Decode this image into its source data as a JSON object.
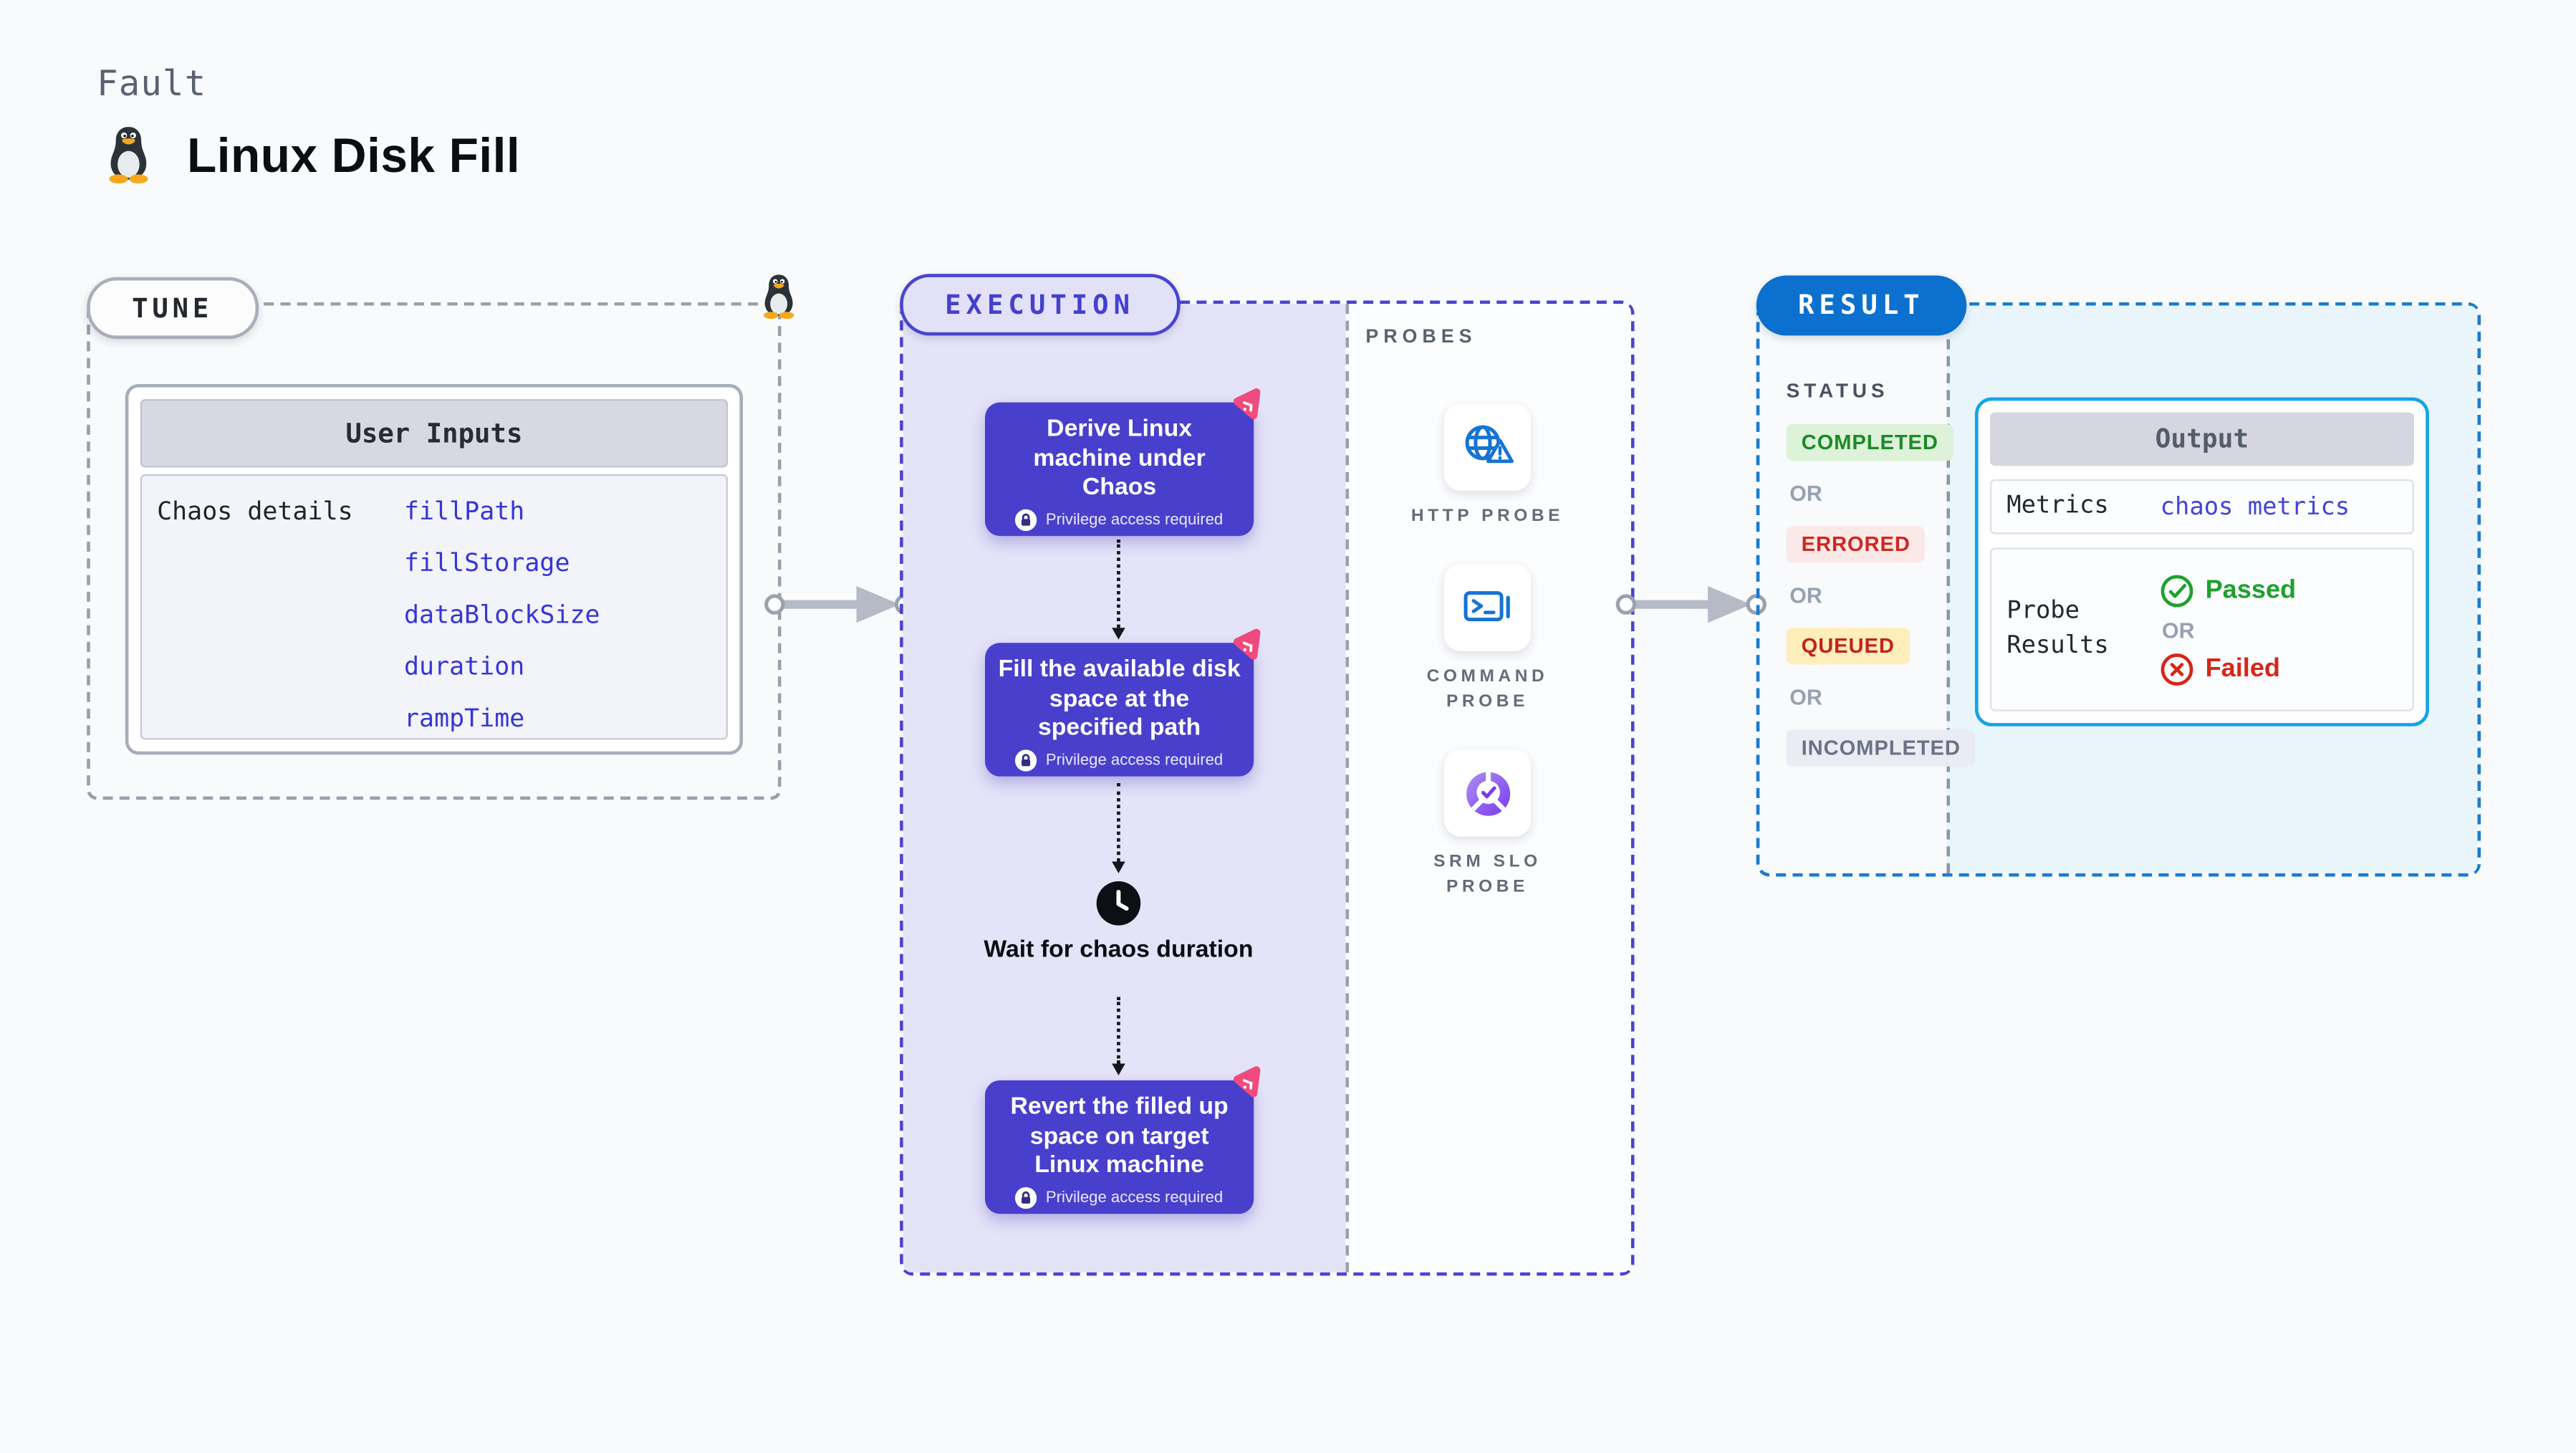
{
  "header": {
    "kicker": "Fault",
    "title": "Linux Disk Fill",
    "icon": "tux-penguin-icon"
  },
  "tune": {
    "label": "TUNE",
    "inputs": {
      "header": "User Inputs",
      "row_label": "Chaos details",
      "fields": [
        "fillPath",
        "fillStorage",
        "dataBlockSize",
        "duration",
        "rampTime"
      ]
    }
  },
  "execution": {
    "label": "EXECUTION",
    "steps": [
      {
        "title": "Derive Linux machine under Chaos",
        "badge": "Privilege access required"
      },
      {
        "title": "Fill the available disk space at the specified path",
        "badge": "Privilege access required"
      },
      {
        "title": "Wait for chaos duration",
        "type": "wait"
      },
      {
        "title": "Revert the filled up space on target Linux machine",
        "badge": "Privilege access required"
      }
    ],
    "probes": {
      "label": "PROBES",
      "items": [
        {
          "name": "HTTP PROBE",
          "icon": "globe-alert-icon"
        },
        {
          "name": "COMMAND PROBE",
          "icon": "terminal-icon"
        },
        {
          "name": "SRM SLO PROBE",
          "icon": "slo-gauge-icon"
        }
      ]
    }
  },
  "result": {
    "label": "RESULT",
    "status": {
      "label": "STATUS",
      "or_label": "OR",
      "badges": [
        {
          "text": "COMPLETED",
          "color": "#1c8a28",
          "bg": "#ddf2d8"
        },
        {
          "text": "ERRORED",
          "color": "#cf2720",
          "bg": "#fbe9e7"
        },
        {
          "text": "QUEUED",
          "color": "#c32318",
          "bg": "#fdeebc"
        },
        {
          "text": "INCOMPLETED",
          "color": "#6b7285",
          "bg": "#ebecf3"
        }
      ]
    },
    "output": {
      "header": "Output",
      "metrics_label": "Metrics",
      "metrics_link": "chaos metrics",
      "probe_results_label": "Probe Results",
      "passed_label": "Passed",
      "or_label": "OR",
      "failed_label": "Failed"
    }
  },
  "colors": {
    "execution_accent": "#4a44d1",
    "result_accent": "#0b70ce",
    "output_border": "#13a5e6",
    "step_card_bg": "#4840cc",
    "litmus_pink": "#f14a7d",
    "field_link": "#3437d4",
    "probe_icon_blue": "#1574d4",
    "passed_green": "#1ea12e",
    "failed_red": "#d52719"
  }
}
